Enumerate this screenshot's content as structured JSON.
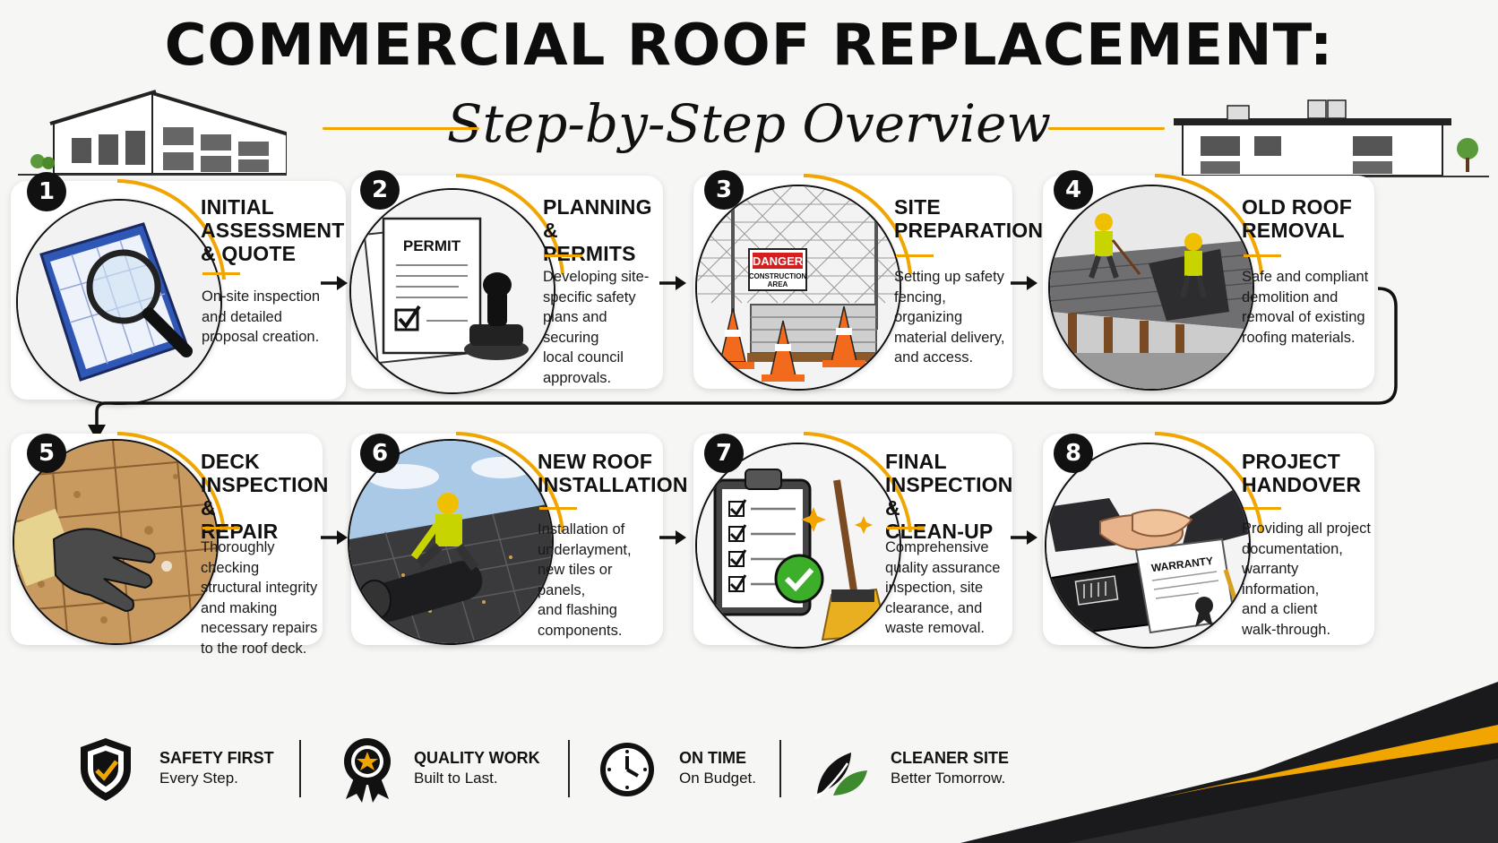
{
  "header": {
    "title": "COMMERCIAL ROOF REPLACEMENT:",
    "subtitle": "Step-by-Step Overview"
  },
  "colors": {
    "accent": "#f0a500",
    "dark": "#111111",
    "card": "#ffffff",
    "background": "#f6f6f4"
  },
  "steps": [
    {
      "number": "1",
      "title": [
        "INITIAL",
        "ASSESSMENT",
        "& QUOTE"
      ],
      "desc": [
        "On-site inspection",
        "and detailed",
        "proposal creation."
      ],
      "icon": "magnifier-blueprint-icon"
    },
    {
      "number": "2",
      "title": [
        "PLANNING &",
        "PERMITS"
      ],
      "desc": [
        "Developing site-",
        "specific safety",
        "plans and securing",
        "local council",
        "approvals."
      ],
      "icon": "permit-stamp-icon",
      "permit_label": "PERMIT"
    },
    {
      "number": "3",
      "title": [
        "SITE",
        "PREPARATION"
      ],
      "desc": [
        "Setting up safety",
        "fencing, organizing",
        "material delivery,",
        "and access."
      ],
      "icon": "fence-cones-icon",
      "sign_top": "DANGER",
      "sign_bottom": [
        "CONSTRUCTION",
        "AREA"
      ]
    },
    {
      "number": "4",
      "title": [
        "OLD ROOF",
        "REMOVAL"
      ],
      "desc": [
        "Safe and compliant",
        "demolition and",
        "removal of existing",
        "roofing materials."
      ],
      "icon": "roof-removal-workers-icon"
    },
    {
      "number": "5",
      "title": [
        "DECK",
        "INSPECTION &",
        "REPAIR"
      ],
      "desc": [
        "Thoroughly checking",
        "structural integrity",
        "and making",
        "necessary repairs",
        "to the roof deck."
      ],
      "icon": "gloved-hand-deck-icon"
    },
    {
      "number": "6",
      "title": [
        "NEW ROOF",
        "INSTALLATION"
      ],
      "desc": [
        "Installation of",
        "underlayment,",
        "new tiles or panels,",
        "and flashing",
        "components."
      ],
      "icon": "roll-installation-worker-icon"
    },
    {
      "number": "7",
      "title": [
        "FINAL",
        "INSPECTION &",
        "CLEAN-UP"
      ],
      "desc": [
        "Comprehensive",
        "quality assurance",
        "inspection, site",
        "clearance, and",
        "waste removal."
      ],
      "icon": "clipboard-broom-icon"
    },
    {
      "number": "8",
      "title": [
        "PROJECT",
        "HANDOVER"
      ],
      "desc": [
        "Providing all project",
        "documentation,",
        "warranty information,",
        "and a client",
        "walk-through."
      ],
      "icon": "handshake-warranty-icon",
      "warranty_label": "WARRANTY"
    }
  ],
  "footer": [
    {
      "title": "SAFETY FIRST",
      "sub": "Every Step.",
      "icon": "shield-check-icon"
    },
    {
      "title": "QUALITY WORK",
      "sub": "Built to Last.",
      "icon": "award-ribbon-icon"
    },
    {
      "title": "ON TIME",
      "sub": "On Budget.",
      "icon": "clock-icon"
    },
    {
      "title": "CLEANER SITE",
      "sub": "Better Tomorrow.",
      "icon": "leaves-icon"
    }
  ]
}
